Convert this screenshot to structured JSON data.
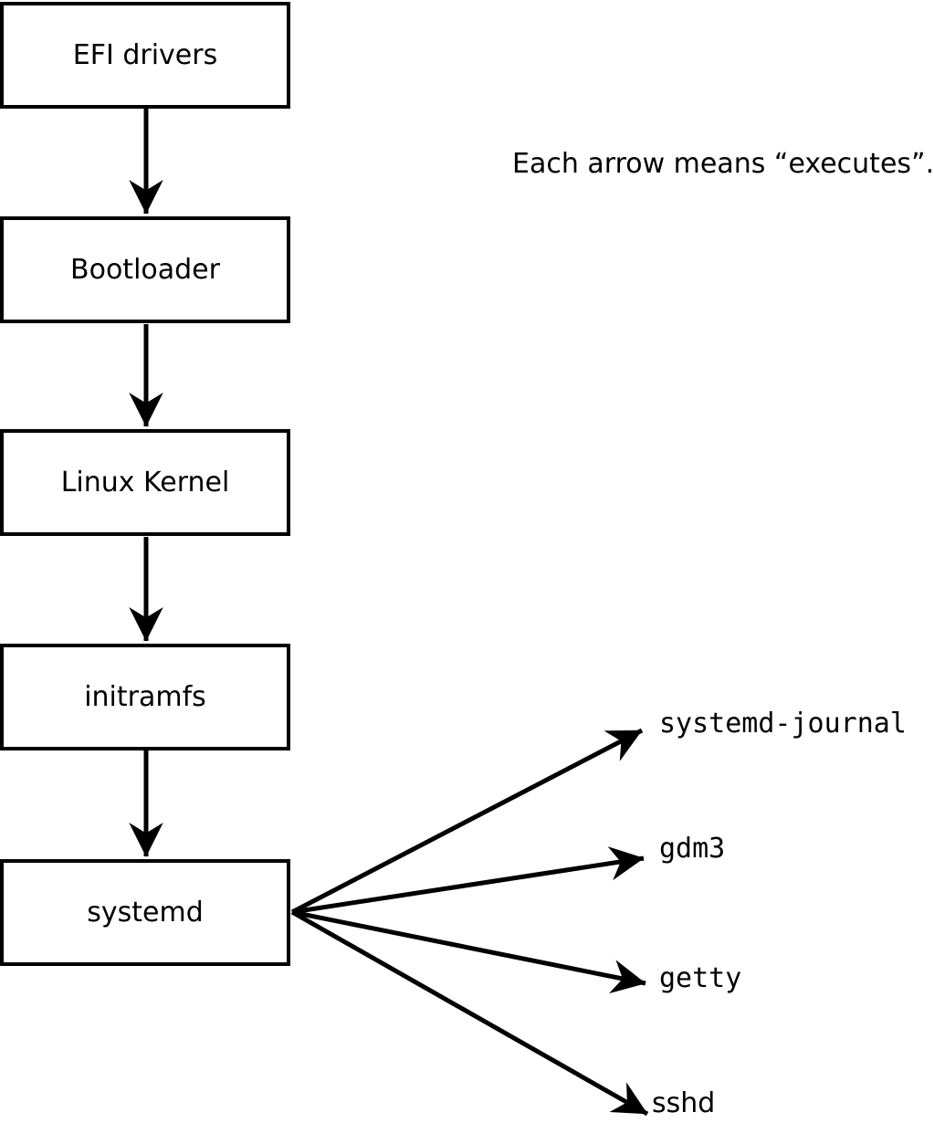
{
  "annotation": {
    "text": "Each arrow means “executes”."
  },
  "flow_boxes": [
    {
      "label": "EFI drivers"
    },
    {
      "label": "Bootloader"
    },
    {
      "label": "Linux Kernel"
    },
    {
      "label": "initramfs"
    },
    {
      "label": "systemd"
    }
  ],
  "spawned_processes": [
    {
      "label": "systemd-journal"
    },
    {
      "label": "gdm3"
    },
    {
      "label": "getty"
    },
    {
      "label": "sshd"
    }
  ],
  "colors": {
    "foreground": "#000000",
    "background": "#ffffff"
  }
}
